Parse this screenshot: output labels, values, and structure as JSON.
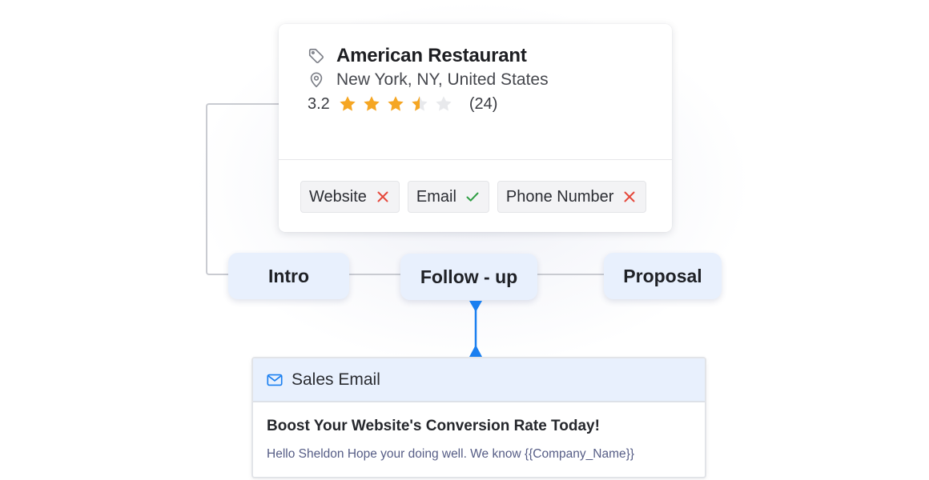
{
  "business": {
    "name": "American Restaurant",
    "location": "New York, NY, United States",
    "rating": 3.2,
    "rating_text": "3.2",
    "reviews_text": "(24)",
    "stars": [
      "full",
      "full",
      "full",
      "half",
      "empty"
    ],
    "tags": [
      {
        "label": "Website",
        "status": "missing"
      },
      {
        "label": "Email",
        "status": "present"
      },
      {
        "label": "Phone Number",
        "status": "missing"
      }
    ]
  },
  "pipeline": {
    "stages": [
      {
        "label": "Intro"
      },
      {
        "label": "Follow - up"
      },
      {
        "label": "Proposal"
      }
    ]
  },
  "email": {
    "header": "Sales Email",
    "subject": "Boost Your Website's Conversion Rate Today!",
    "preview": "Hello Sheldon Hope your doing well. We know {{Company_Name}}"
  },
  "colors": {
    "star": "#f5a623",
    "star_empty": "#e8e9ec",
    "missing": "#e5483b",
    "present": "#2f9e44",
    "accent": "#1a7ff0",
    "pill_bg": "#e8f0fd"
  },
  "icons": {
    "name": "tag-icon",
    "location": "map-pin-icon",
    "email": "mail-icon",
    "missing": "x-mark-icon",
    "present": "check-mark-icon"
  }
}
